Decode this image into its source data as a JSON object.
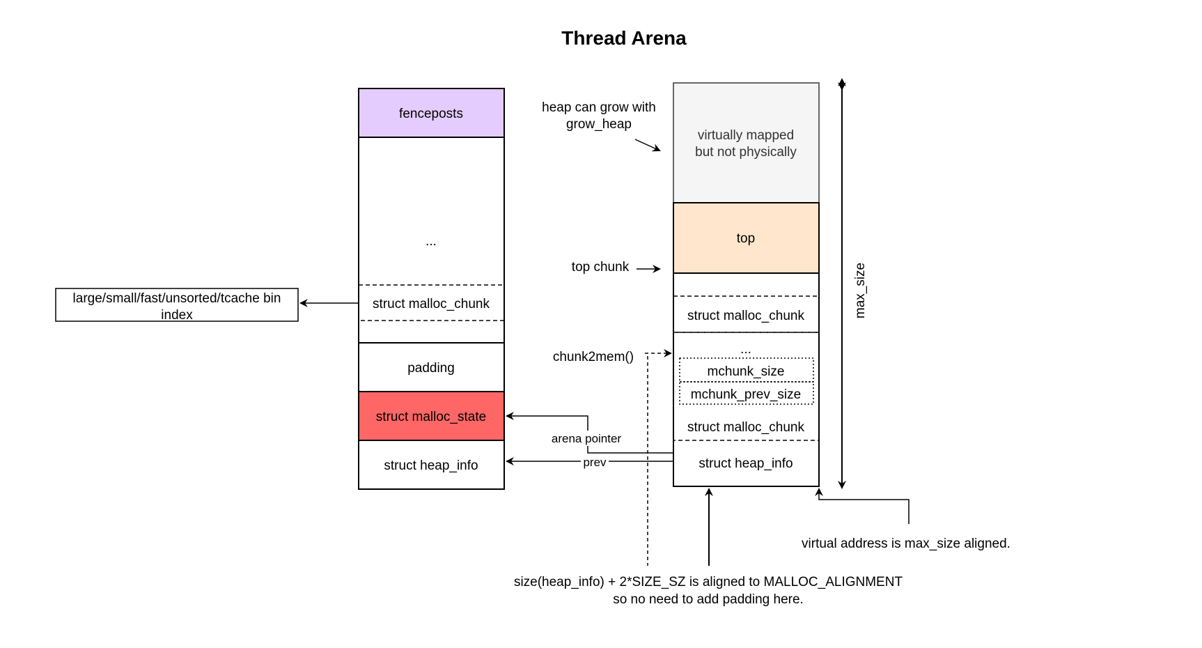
{
  "title": "Thread Arena",
  "left_heap": {
    "fenceposts": "fenceposts",
    "ellipsis": "...",
    "malloc_chunk": "struct malloc_chunk",
    "padding": "padding",
    "malloc_state": "struct malloc_state",
    "heap_info": "struct heap_info"
  },
  "right_heap": {
    "unmapped_line1": "virtually mapped",
    "unmapped_line2": "but not physically",
    "top": "top",
    "malloc_chunk_1": "struct malloc_chunk",
    "ellipsis": "...",
    "mchunk_size": "mchunk_size",
    "mchunk_prev_size": "mchunk_prev_size",
    "malloc_chunk_2": "struct malloc_chunk",
    "heap_info": "struct heap_info"
  },
  "bin_index": {
    "line1": "large/small/fast/unsorted/tcache bin",
    "line2": "index"
  },
  "annotations": {
    "grow_line1": "heap can grow with",
    "grow_line2": "grow_heap",
    "top_chunk": "top chunk",
    "chunk2mem": "chunk2mem()",
    "arena_pointer": "arena pointer",
    "prev": "prev",
    "max_size": "max_size",
    "aligned": "virtual address is max_size aligned.",
    "alignment_line1": "size(heap_info) + 2*SIZE_SZ is aligned to MALLOC_ALIGNMENT",
    "alignment_line2": "so no need to add padding here."
  },
  "colors": {
    "fenceposts": "#e5ccff",
    "malloc_state": "#ff6666",
    "top": "#ffe6cc",
    "unmapped": "#f5f5f5",
    "unmapped_text": "#333333"
  }
}
